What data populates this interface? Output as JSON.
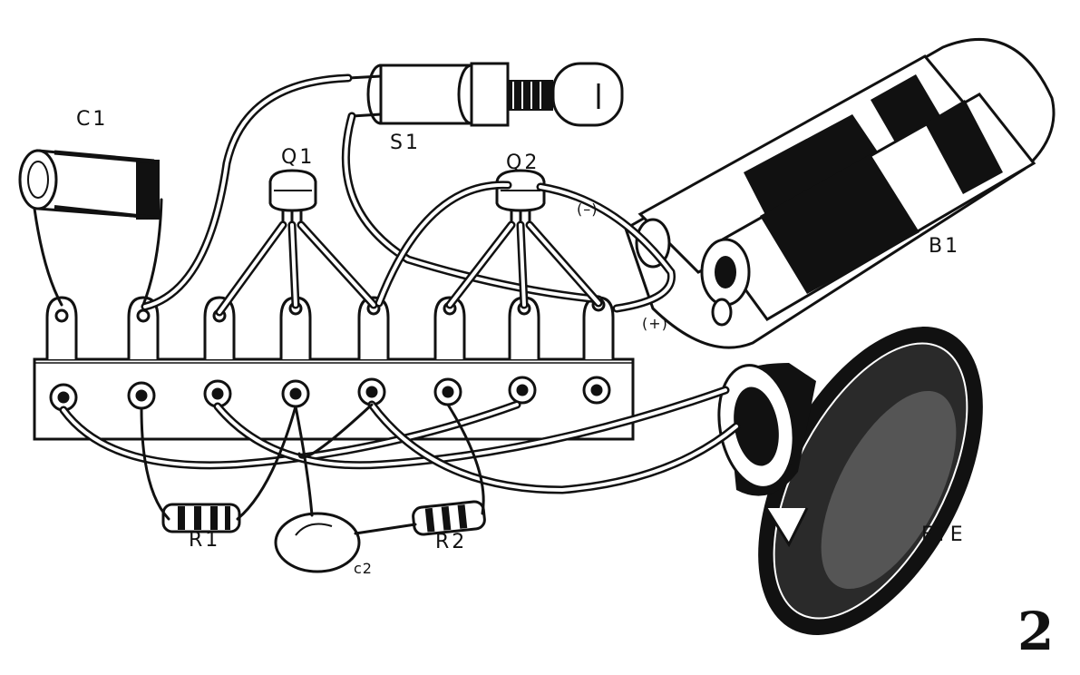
{
  "figure_number": "2",
  "labels": {
    "c1": "C1",
    "q1": "Q1",
    "q2": "Q2",
    "s1": "S1",
    "b1": "B1",
    "r1": "R1",
    "r2": "R2",
    "c2": "c2",
    "speaker": "FTE",
    "plus": "(+)",
    "minus": "(–)"
  }
}
